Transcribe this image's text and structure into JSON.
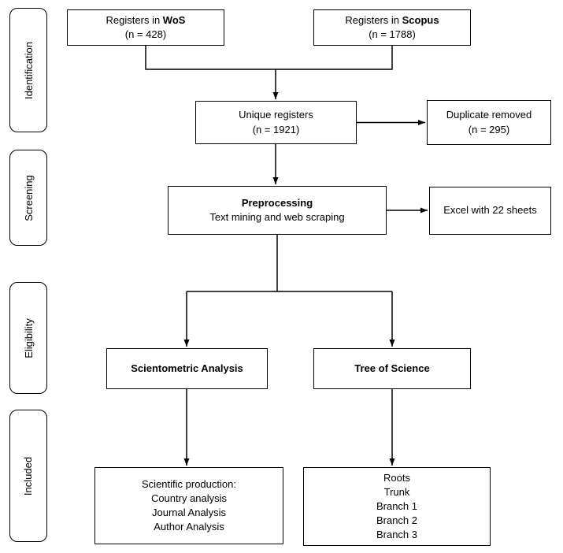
{
  "stages": [
    {
      "label": "Identification"
    },
    {
      "label": "Screening"
    },
    {
      "label": "Eligibility"
    },
    {
      "label": "Included"
    }
  ],
  "boxes": {
    "wos": {
      "prefix": "Registers in ",
      "source": "WoS",
      "count": "(n = 428)"
    },
    "scopus": {
      "prefix": "Registers in ",
      "source": "Scopus",
      "count": "(n = 1788)"
    },
    "unique": {
      "title": "Unique registers",
      "count": "(n = 1921)"
    },
    "duplicate": {
      "title": "Duplicate removed",
      "count": "(n = 295)"
    },
    "preprocessing": {
      "title": "Preprocessing",
      "subtitle": "Text mining and web scraping"
    },
    "excel": {
      "title": "Excel with 22 sheets"
    },
    "scientometric": {
      "title": "Scientometric Analysis"
    },
    "tree_of_science": {
      "title": "Tree of Science"
    },
    "scientific_production": {
      "lines": [
        "Scientific production:",
        "Country analysis",
        "Journal Analysis",
        "Author Analysis"
      ]
    },
    "tos_structure": {
      "lines": [
        "Roots",
        "Trunk",
        "Branch 1",
        "Branch 2",
        "Branch 3"
      ]
    }
  },
  "colors": {
    "line": "#000000",
    "box_border": "#000000",
    "background": "#ffffff"
  }
}
